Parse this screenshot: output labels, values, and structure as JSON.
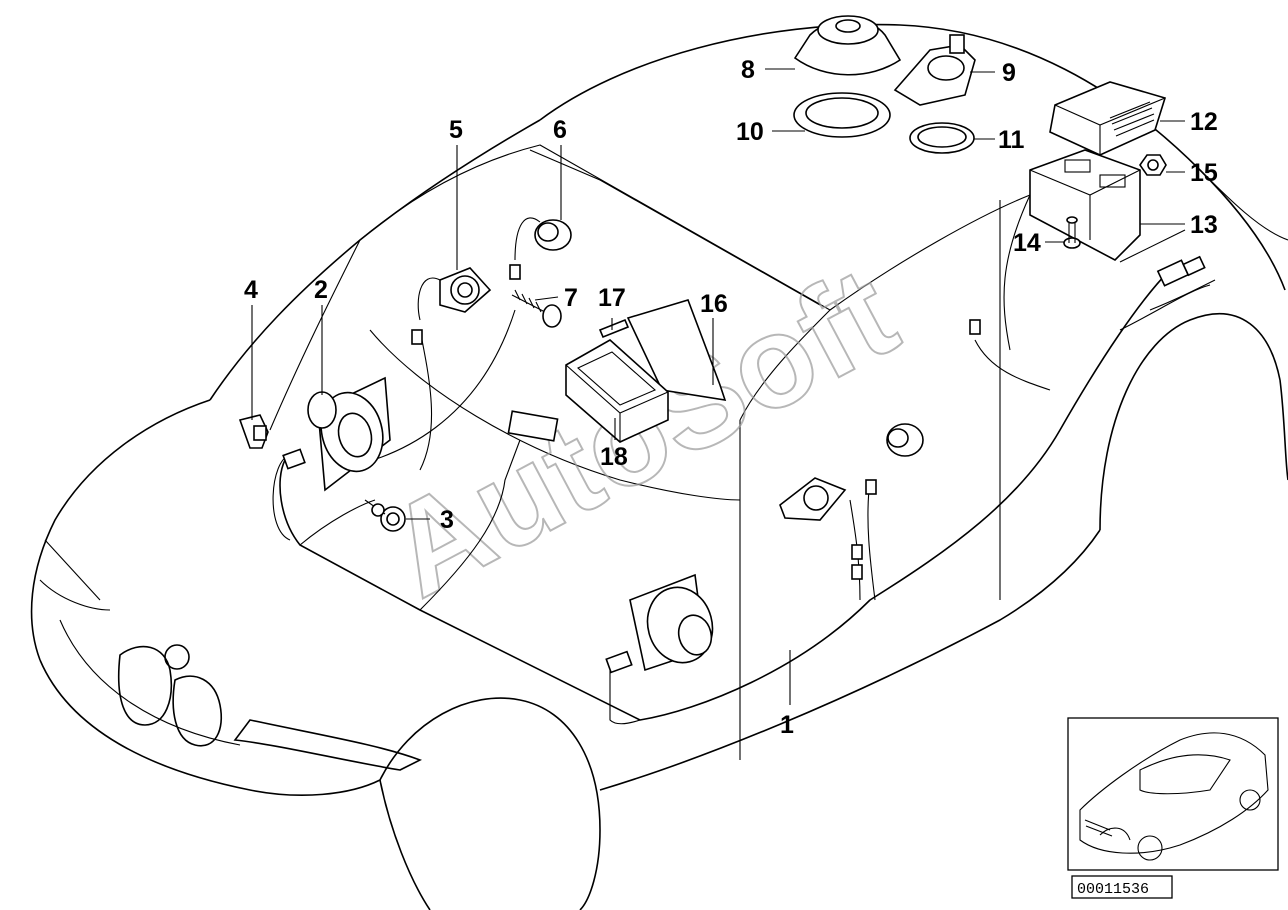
{
  "callouts": [
    {
      "id": "1",
      "label": "1"
    },
    {
      "id": "2",
      "label": "2"
    },
    {
      "id": "3",
      "label": "3"
    },
    {
      "id": "4",
      "label": "4"
    },
    {
      "id": "5",
      "label": "5"
    },
    {
      "id": "6",
      "label": "6"
    },
    {
      "id": "7",
      "label": "7"
    },
    {
      "id": "8",
      "label": "8"
    },
    {
      "id": "9",
      "label": "9"
    },
    {
      "id": "10",
      "label": "10"
    },
    {
      "id": "11",
      "label": "11"
    },
    {
      "id": "12",
      "label": "12"
    },
    {
      "id": "13",
      "label": "13"
    },
    {
      "id": "14",
      "label": "14"
    },
    {
      "id": "15",
      "label": "15"
    },
    {
      "id": "16",
      "label": "16"
    },
    {
      "id": "17",
      "label": "17"
    },
    {
      "id": "18",
      "label": "18"
    }
  ],
  "watermark": "AutoSoft",
  "reference_number": "00011536"
}
